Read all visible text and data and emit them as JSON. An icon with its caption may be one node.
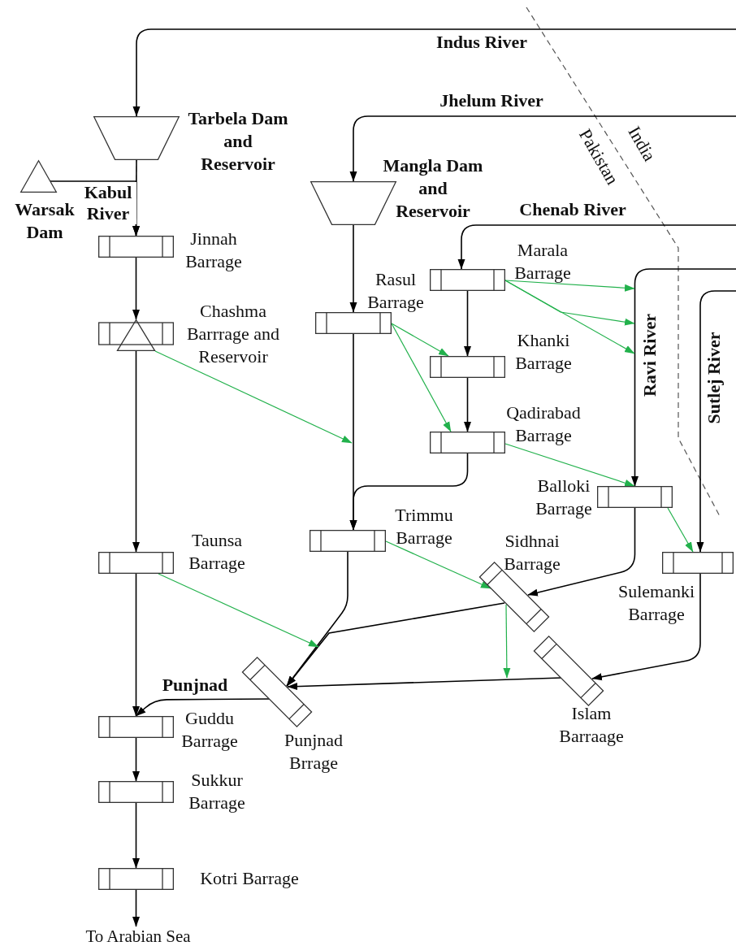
{
  "diagram": {
    "nodes": [
      {
        "text": [],
        "shape": "trapezoid",
        "beside": [
          "Tarbela Dam and Reservoir"
        ]
      },
      {
        "text": [],
        "shape": "triangle",
        "beside": [
          "Warsak Dam"
        ]
      },
      {
        "text": [],
        "shape": "box",
        "beside": [
          "Jinnah Barrage"
        ]
      },
      {
        "text": [],
        "shape": "box",
        "beside": [
          "Chashma Barrrage and Reservoir"
        ]
      },
      {
        "text": [],
        "shape": "trapezoid",
        "beside": [
          "Mangla Dam and Reservoir"
        ]
      },
      {
        "text": [],
        "shape": "box",
        "beside": [
          "Rasul Barrage"
        ]
      },
      {
        "text": [],
        "shape": "box",
        "beside": [
          "Marala Barrage"
        ]
      },
      {
        "text": [],
        "shape": "box",
        "beside": [
          "Khanki Barrage"
        ]
      },
      {
        "text": [],
        "shape": "box",
        "beside": [
          "Qadirabad Barrage"
        ]
      },
      {
        "text": [],
        "shape": "box",
        "beside": [
          "Balloki Barrage"
        ]
      },
      {
        "text": [],
        "shape": "box",
        "beside": [
          "Trimmu Barrage"
        ]
      },
      {
        "text": [],
        "shape": "box",
        "beside": [
          "Taunsa Barrage"
        ]
      },
      {
        "text": [],
        "shape": "box",
        "beside": [
          "Sidhnai Barrage"
        ]
      },
      {
        "text": [],
        "shape": "box",
        "beside": [
          "Sulemanki Barrage"
        ]
      },
      {
        "text": [],
        "shape": "box",
        "beside": [
          "Islam Barraage"
        ]
      },
      {
        "text": [],
        "shape": "box",
        "beside": [
          "Punjnad Brrage"
        ]
      },
      {
        "text": [],
        "shape": "box",
        "beside": [
          "Guddu Barrage"
        ]
      },
      {
        "text": [],
        "shape": "box",
        "beside": [
          "Sukkur Barrage"
        ]
      },
      {
        "text": [],
        "shape": "box",
        "beside": [
          "Kotri Barrage"
        ]
      },
      {
        "text": [
          "To Arabian Sea"
        ]
      }
    ],
    "edges": [
      {
        "from": null,
        "to": 0,
        "arrow": "to",
        "label": "Indus River"
      },
      {
        "from": 0,
        "to": 2,
        "arrow": "to"
      },
      {
        "from": 1,
        "to": 2,
        "arrow": "to",
        "label": "Kabul River"
      },
      {
        "from": 2,
        "to": 3,
        "arrow": "to"
      },
      {
        "from": 3,
        "to": 11,
        "arrow": "to"
      },
      {
        "from": 11,
        "to": 16,
        "arrow": "to"
      },
      {
        "from": null,
        "to": 4,
        "arrow": "to",
        "label": "Jhelum River"
      },
      {
        "from": 4,
        "to": 5,
        "arrow": "to"
      },
      {
        "from": 5,
        "to": 10,
        "arrow": "to"
      },
      {
        "from": null,
        "to": 6,
        "arrow": "to",
        "label": "Chenab River"
      },
      {
        "from": 6,
        "to": 7,
        "arrow": "to"
      },
      {
        "from": 7,
        "to": 8,
        "arrow": "to"
      },
      {
        "from": 8,
        "to": 10,
        "arrow": "to"
      },
      {
        "from": null,
        "to": 9,
        "arrow": "to",
        "label": "Ravi River"
      },
      {
        "from": 9,
        "to": 12,
        "arrow": "to"
      },
      {
        "from": 12,
        "to": 15,
        "arrow": "to"
      },
      {
        "from": 10,
        "to": 15,
        "arrow": "to"
      },
      {
        "from": null,
        "to": 13,
        "arrow": "to",
        "label": "Sutlej River"
      },
      {
        "from": 13,
        "to": 14,
        "arrow": "to"
      },
      {
        "from": 14,
        "to": 15,
        "arrow": "to"
      },
      {
        "from": 15,
        "to": 16,
        "arrow": "to",
        "label": "Punjnad"
      },
      {
        "from": 16,
        "to": 17,
        "arrow": "to"
      },
      {
        "from": 17,
        "to": 18,
        "arrow": "to"
      },
      {
        "from": 18,
        "to": 19,
        "arrow": "to"
      },
      {
        "from": 6,
        "to": null,
        "arrow": "to",
        "color": "#22b14c"
      },
      {
        "from": 6,
        "to": null,
        "arrow": "to",
        "color": "#22b14c"
      },
      {
        "from": 6,
        "to": null,
        "arrow": "to",
        "color": "#22b14c"
      },
      {
        "from": 5,
        "to": 7,
        "arrow": "to",
        "color": "#22b14c"
      },
      {
        "from": 5,
        "to": 8,
        "arrow": "to",
        "color": "#22b14c"
      },
      {
        "from": 3,
        "to": null,
        "arrow": "to",
        "color": "#22b14c"
      },
      {
        "from": 8,
        "to": 9,
        "arrow": "to",
        "color": "#22b14c"
      },
      {
        "from": 9,
        "to": 13,
        "arrow": "to",
        "color": "#22b14c"
      },
      {
        "from": 10,
        "to": 12,
        "arrow": "to",
        "color": "#22b14c"
      },
      {
        "from": 11,
        "to": 15,
        "arrow": "to",
        "color": "#22b14c"
      },
      {
        "from": 12,
        "to": null,
        "arrow": "to",
        "color": "#22b14c"
      }
    ],
    "labels": [
      "India",
      "Pakistan"
    ]
  }
}
